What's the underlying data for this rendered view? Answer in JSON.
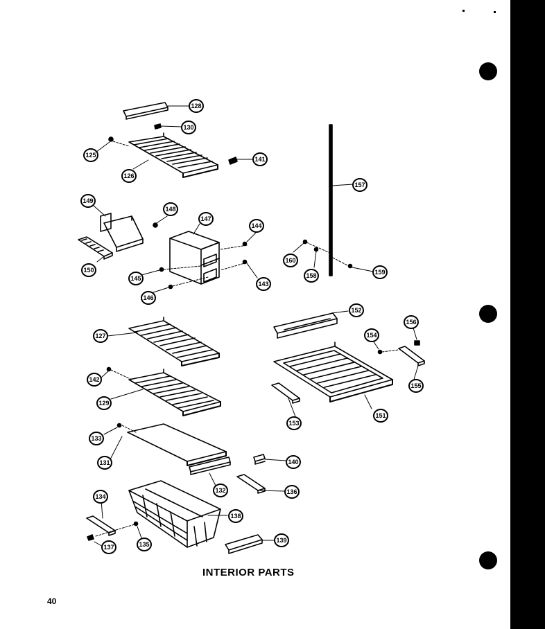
{
  "title": "INTERIOR  PARTS",
  "page_number": "40",
  "callouts": [
    "128",
    "130",
    "125",
    "126",
    "141",
    "157",
    "149",
    "148",
    "147",
    "144",
    "150",
    "145",
    "143",
    "146",
    "160",
    "158",
    "159",
    "152",
    "156",
    "127",
    "154",
    "142",
    "129",
    "155",
    "151",
    "153",
    "133",
    "131",
    "140",
    "132",
    "136",
    "134",
    "138",
    "137",
    "135",
    "139"
  ]
}
